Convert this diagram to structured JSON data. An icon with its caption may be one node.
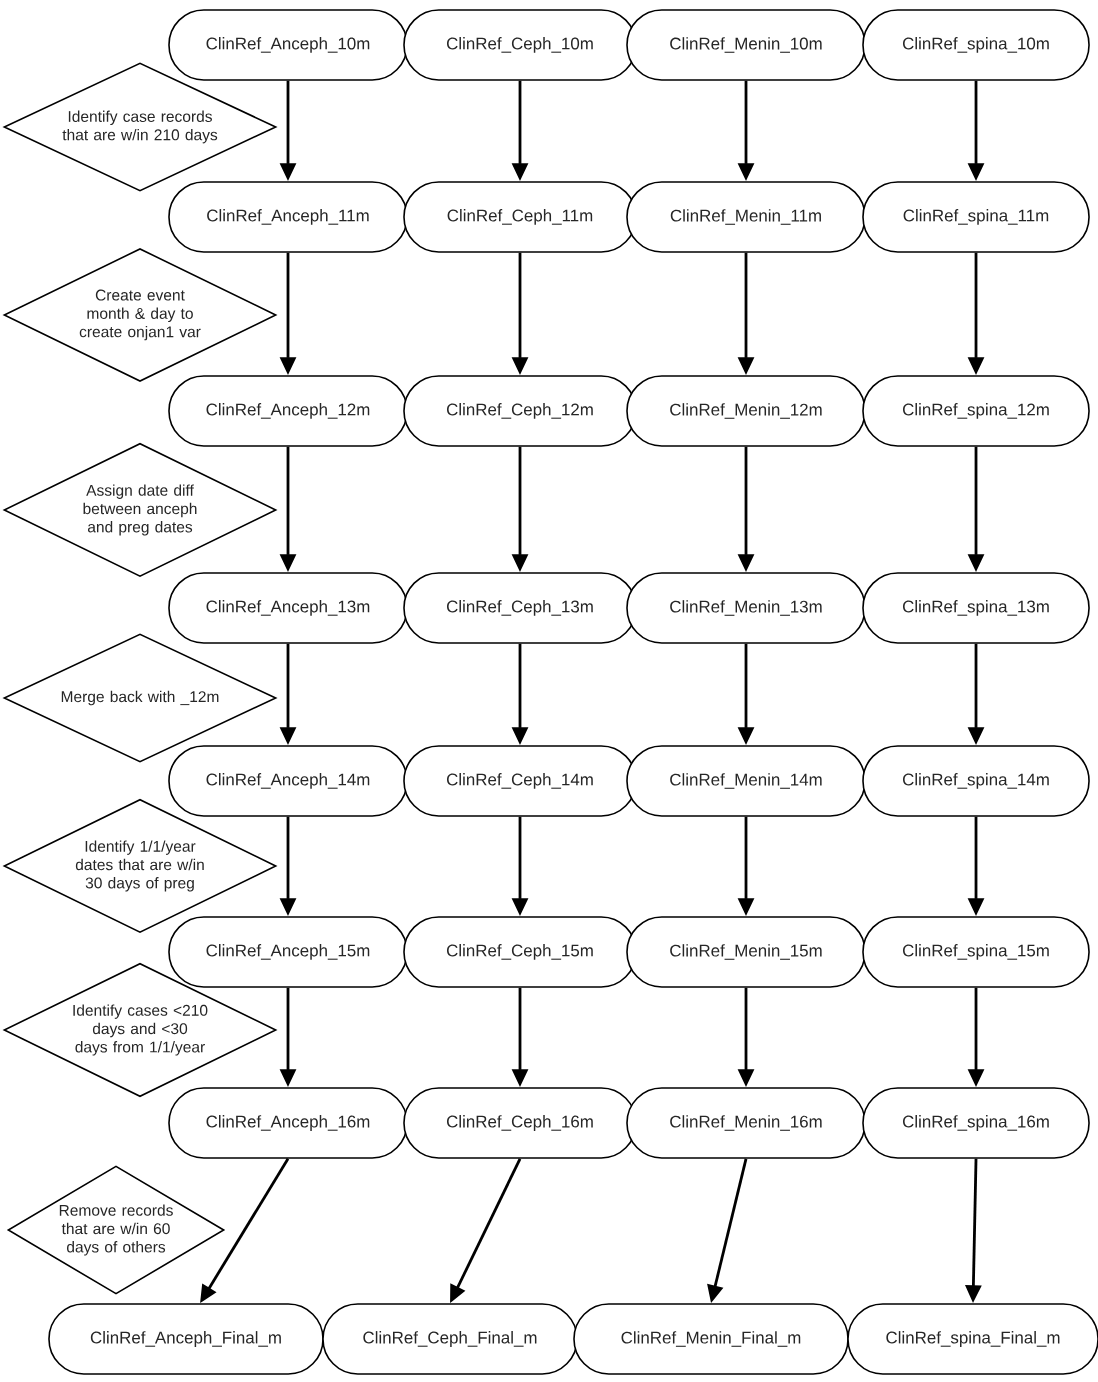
{
  "diagram": {
    "nodes": [
      {
        "text": [
          "ClinRef_Anceph_10m"
        ]
      },
      {
        "text": [
          "ClinRef_Ceph_10m"
        ]
      },
      {
        "text": [
          "ClinRef_Menin_10m"
        ]
      },
      {
        "text": [
          "ClinRef_spina_10m"
        ]
      },
      {
        "text": [
          "Identify case records that are w/in 210 days"
        ]
      },
      {
        "text": [
          "ClinRef_Anceph_11m"
        ]
      },
      {
        "text": [
          "ClinRef_Ceph_11m"
        ]
      },
      {
        "text": [
          "ClinRef_Menin_11m"
        ]
      },
      {
        "text": [
          "ClinRef_spina_11m"
        ]
      },
      {
        "text": [
          "Create event month & day to create onjan1 var"
        ]
      },
      {
        "text": [
          "ClinRef_Anceph_12m"
        ]
      },
      {
        "text": [
          "ClinRef_Ceph_12m"
        ]
      },
      {
        "text": [
          "ClinRef_Menin_12m"
        ]
      },
      {
        "text": [
          "ClinRef_spina_12m"
        ]
      },
      {
        "text": [
          "Assign date diff between anceph and preg dates"
        ]
      },
      {
        "text": [
          "ClinRef_Anceph_13m"
        ]
      },
      {
        "text": [
          "ClinRef_Ceph_13m"
        ]
      },
      {
        "text": [
          "ClinRef_Menin_13m"
        ]
      },
      {
        "text": [
          "ClinRef_spina_13m"
        ]
      },
      {
        "text": [
          "Merge back with _12m"
        ]
      },
      {
        "text": [
          "ClinRef_Anceph_14m"
        ]
      },
      {
        "text": [
          "ClinRef_Ceph_14m"
        ]
      },
      {
        "text": [
          "ClinRef_Menin_14m"
        ]
      },
      {
        "text": [
          "ClinRef_spina_14m"
        ]
      },
      {
        "text": [
          "Identify 1/1/year dates that are w/in 30 days of preg"
        ]
      },
      {
        "text": [
          "ClinRef_Anceph_15m"
        ]
      },
      {
        "text": [
          "ClinRef_Ceph_15m"
        ]
      },
      {
        "text": [
          "ClinRef_Menin_15m"
        ]
      },
      {
        "text": [
          "ClinRef_spina_15m"
        ]
      },
      {
        "text": [
          "Identify cases <210 days and <30 days from 1/1/year"
        ]
      },
      {
        "text": [
          "ClinRef_Anceph_16m"
        ]
      },
      {
        "text": [
          "ClinRef_Ceph_16m"
        ]
      },
      {
        "text": [
          "ClinRef_Menin_16m"
        ]
      },
      {
        "text": [
          "ClinRef_spina_16m"
        ]
      },
      {
        "text": [
          "Remove records that are w/in 60 days of others"
        ]
      },
      {
        "text": [
          "ClinRef_Anceph_Final_m"
        ]
      },
      {
        "text": [
          "ClinRef_Ceph_Final_m"
        ]
      },
      {
        "text": [
          "ClinRef_Menin_Final_m"
        ]
      },
      {
        "text": [
          "ClinRef_spina_Final_m"
        ]
      }
    ],
    "edges": [
      {
        "from": 0,
        "to": 5,
        "arrow": "to"
      },
      {
        "from": 1,
        "to": 6,
        "arrow": "to"
      },
      {
        "from": 2,
        "to": 7,
        "arrow": "to"
      },
      {
        "from": 3,
        "to": 8,
        "arrow": "to"
      },
      {
        "from": 5,
        "to": 10,
        "arrow": "to"
      },
      {
        "from": 6,
        "to": 11,
        "arrow": "to"
      },
      {
        "from": 7,
        "to": 12,
        "arrow": "to"
      },
      {
        "from": 8,
        "to": 13,
        "arrow": "to"
      },
      {
        "from": 10,
        "to": 15,
        "arrow": "to"
      },
      {
        "from": 11,
        "to": 16,
        "arrow": "to"
      },
      {
        "from": 12,
        "to": 17,
        "arrow": "to"
      },
      {
        "from": 13,
        "to": 18,
        "arrow": "to"
      },
      {
        "from": 15,
        "to": 20,
        "arrow": "to"
      },
      {
        "from": 16,
        "to": 21,
        "arrow": "to"
      },
      {
        "from": 17,
        "to": 22,
        "arrow": "to"
      },
      {
        "from": 18,
        "to": 23,
        "arrow": "to"
      },
      {
        "from": 20,
        "to": 25,
        "arrow": "to"
      },
      {
        "from": 21,
        "to": 26,
        "arrow": "to"
      },
      {
        "from": 22,
        "to": 27,
        "arrow": "to"
      },
      {
        "from": 23,
        "to": 28,
        "arrow": "to"
      },
      {
        "from": 25,
        "to": 30,
        "arrow": "to"
      },
      {
        "from": 26,
        "to": 31,
        "arrow": "to"
      },
      {
        "from": 27,
        "to": 32,
        "arrow": "to"
      },
      {
        "from": 28,
        "to": 33,
        "arrow": "to"
      },
      {
        "from": 30,
        "to": 35,
        "arrow": "to"
      },
      {
        "from": 31,
        "to": 36,
        "arrow": "to"
      },
      {
        "from": 32,
        "to": 37,
        "arrow": "to"
      },
      {
        "from": 33,
        "to": 38,
        "arrow": "to"
      }
    ]
  }
}
